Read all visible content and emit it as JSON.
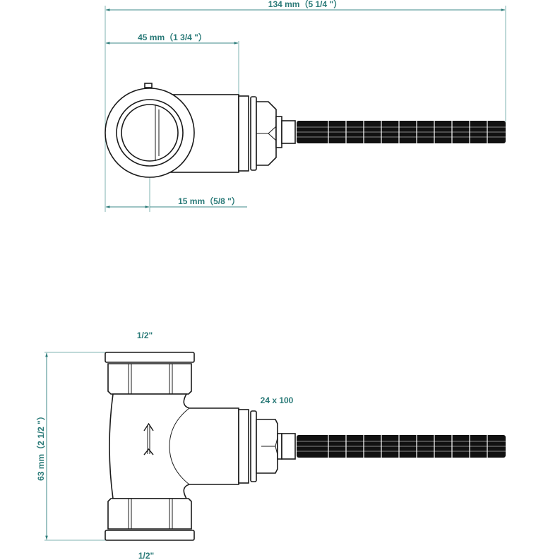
{
  "diagram": {
    "colors": {
      "dimension": "#2a7a78",
      "outline": "#1a1a1a",
      "background": "#ffffff"
    },
    "top_view": {
      "dimensions": {
        "overall_length": "134 mm（5 1/4 \"）",
        "body_length": "45 mm（1 3/4 \"）",
        "center_offset": "15 mm（5/8 \"）"
      }
    },
    "side_view": {
      "dimensions": {
        "height": "63 mm（2 1/2 \"）",
        "top_connection": "1/2\"",
        "bottom_connection": "1/2\"",
        "spindle": "24 x 100"
      },
      "flow_arrow": "flow-direction-arrow"
    }
  }
}
